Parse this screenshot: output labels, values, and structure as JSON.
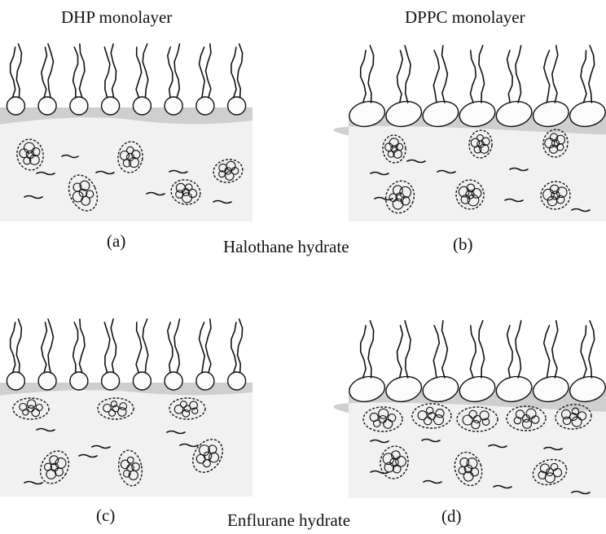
{
  "titles": {
    "left": "DHP monolayer",
    "right": "DPPC monolayer"
  },
  "row_labels": {
    "top": "Halothane hydrate",
    "bottom": "Enflurane hydrate"
  },
  "panels": [
    {
      "id": "a",
      "label": "(a)",
      "headgroup": "circle",
      "lipids": 8,
      "clusters_near_surface": 0,
      "clusters_total": 5
    },
    {
      "id": "b",
      "label": "(b)",
      "headgroup": "ellipse",
      "lipids": 7,
      "clusters_near_surface": 3,
      "clusters_total": 6
    },
    {
      "id": "c",
      "label": "(c)",
      "headgroup": "circle",
      "lipids": 8,
      "clusters_near_surface": 3,
      "clusters_total": 6
    },
    {
      "id": "d",
      "label": "(d)",
      "headgroup": "ellipse",
      "lipids": 7,
      "clusters_near_surface": 5,
      "clusters_total": 8
    }
  ],
  "colors": {
    "water": "#f1f1f1",
    "interface": "#cfcfcf",
    "headgroup_fill": "#fbfbfb",
    "line": "#111111"
  }
}
